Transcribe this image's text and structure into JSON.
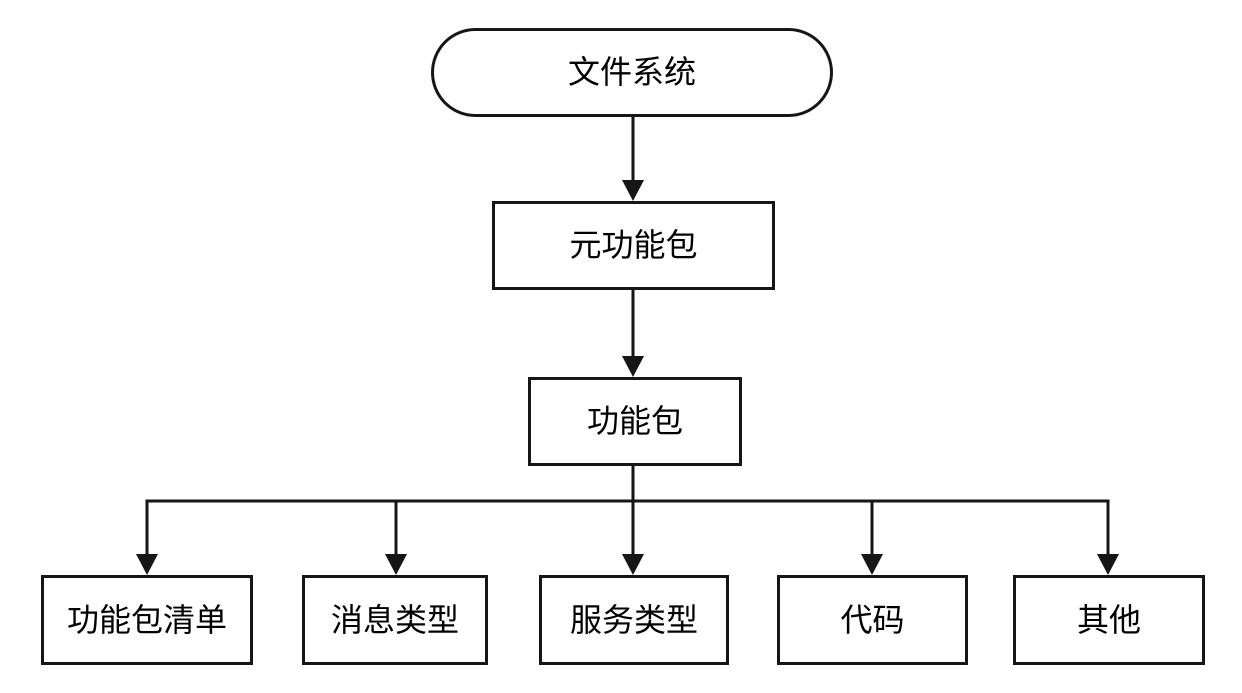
{
  "diagram": {
    "type": "flowchart",
    "background_color": "#ffffff",
    "line_color": "#161616",
    "text_color": "#000000",
    "nodes": [
      {
        "id": "file-system",
        "label": "文件系统",
        "shape": "stadium"
      },
      {
        "id": "meta-package",
        "label": "元功能包",
        "shape": "rect"
      },
      {
        "id": "package",
        "label": "功能包",
        "shape": "rect"
      },
      {
        "id": "package-manifest",
        "label": "功能包清单",
        "shape": "rect"
      },
      {
        "id": "message-type",
        "label": "消息类型",
        "shape": "rect"
      },
      {
        "id": "service-type",
        "label": "服务类型",
        "shape": "rect"
      },
      {
        "id": "code",
        "label": "代码",
        "shape": "rect"
      },
      {
        "id": "other",
        "label": "其他",
        "shape": "rect"
      }
    ],
    "edges": [
      {
        "from": "file-system",
        "to": "meta-package",
        "arrow": "down"
      },
      {
        "from": "meta-package",
        "to": "package",
        "arrow": "down"
      },
      {
        "from": "package",
        "to": "package-manifest",
        "arrow": "down"
      },
      {
        "from": "package",
        "to": "message-type",
        "arrow": "down"
      },
      {
        "from": "package",
        "to": "service-type",
        "arrow": "down"
      },
      {
        "from": "package",
        "to": "code",
        "arrow": "down"
      },
      {
        "from": "package",
        "to": "other",
        "arrow": "down"
      }
    ]
  }
}
